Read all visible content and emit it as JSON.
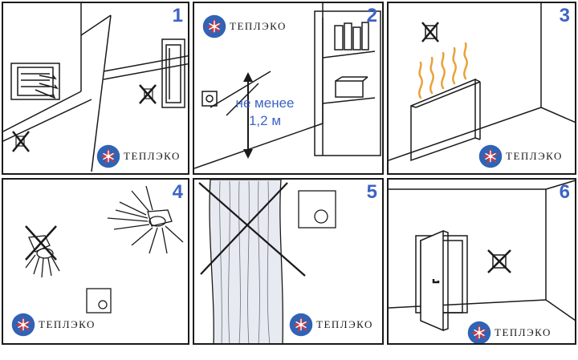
{
  "brand": {
    "name": "ТЕПЛЭКО",
    "logo_icon": "snowflake-flame-logo-icon"
  },
  "colors": {
    "panel_number": "#3e63c6",
    "distance_text": "#3e63c6",
    "flame": "#e8a33a",
    "line": "#1a1a1a"
  },
  "panels": [
    {
      "number": "1"
    },
    {
      "number": "2",
      "distance_line1": "не менее",
      "distance_line2": "1,2 м"
    },
    {
      "number": "3"
    },
    {
      "number": "4"
    },
    {
      "number": "5"
    },
    {
      "number": "6"
    }
  ]
}
